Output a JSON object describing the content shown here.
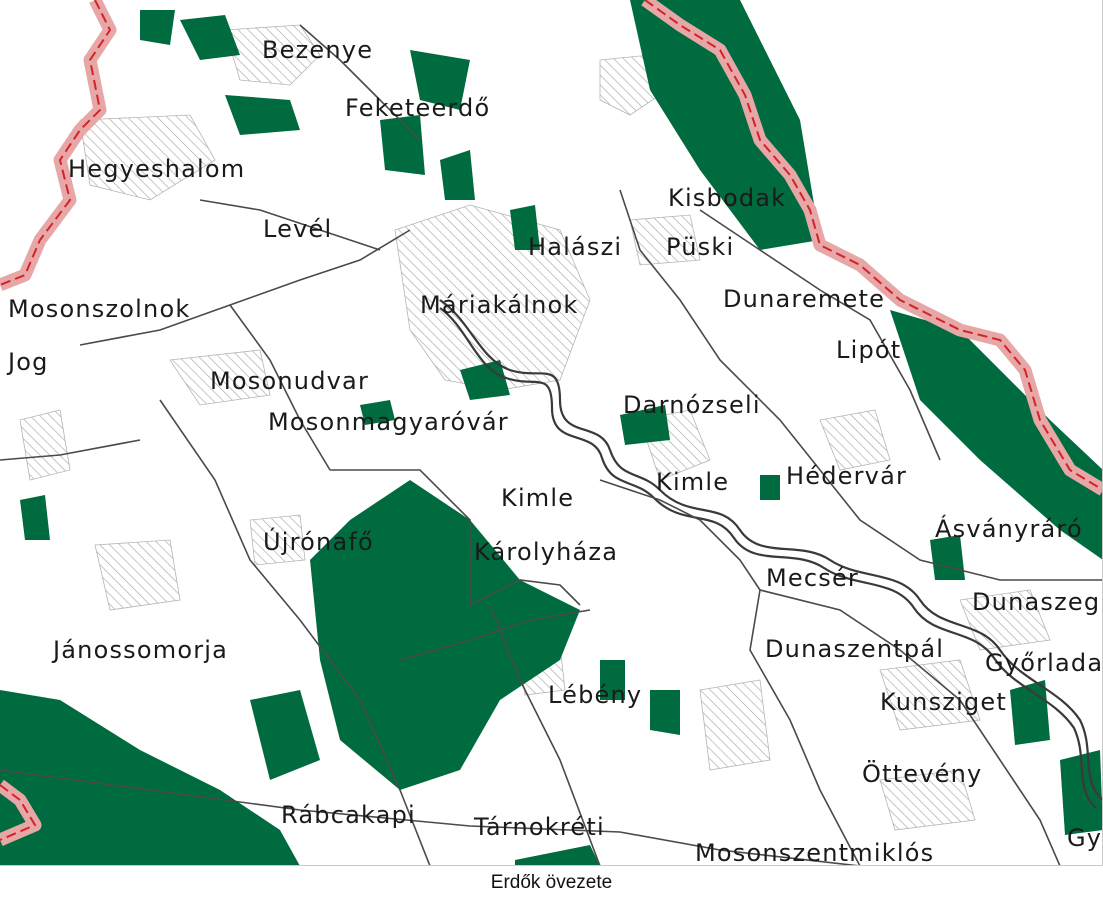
{
  "caption": "Erdők övezete",
  "colors": {
    "forest": "#006b3f",
    "border_halo": "#e8a7a7",
    "border_line": "#d2232a",
    "boundary": "#4a4a4a",
    "hatch": "#a8a8a8",
    "river": "#3a3a3a"
  },
  "places": [
    {
      "id": "bezenye",
      "name": "Bezenye"
    },
    {
      "id": "feketeerdo",
      "name": "Feketeerdő"
    },
    {
      "id": "hegyeshalom",
      "name": "Hegyeshalom"
    },
    {
      "id": "kisbodak",
      "name": "Kisbodak"
    },
    {
      "id": "level",
      "name": "Levél"
    },
    {
      "id": "halaszi",
      "name": "Halászi"
    },
    {
      "id": "puski",
      "name": "Püski"
    },
    {
      "id": "mosonszolnok",
      "name": "Mosonszolnok"
    },
    {
      "id": "mariakalnok",
      "name": "Máriakálnok"
    },
    {
      "id": "dunaremete",
      "name": "Dunaremete"
    },
    {
      "id": "jog",
      "name": "Jog"
    },
    {
      "id": "lipot",
      "name": "Lipót"
    },
    {
      "id": "mosonudvar",
      "name": "Mosonudvar"
    },
    {
      "id": "darnozseli",
      "name": "Darnózseli"
    },
    {
      "id": "mosonmagyarovar",
      "name": "Mosonmagyaróvár"
    },
    {
      "id": "kimle1",
      "name": "Kimle"
    },
    {
      "id": "hedervar",
      "name": "Hédervár"
    },
    {
      "id": "kimle2",
      "name": "Kimle"
    },
    {
      "id": "asvanyraro",
      "name": "Ásványráró"
    },
    {
      "id": "ujronafo",
      "name": "Újrónafő"
    },
    {
      "id": "karolyhaza",
      "name": "Károlyháza"
    },
    {
      "id": "mecser",
      "name": "Mecsér"
    },
    {
      "id": "dunaszeg",
      "name": "Dunaszeg"
    },
    {
      "id": "janossomorja",
      "name": "Jánossomorja"
    },
    {
      "id": "dunaszentpal",
      "name": "Dunaszentpál"
    },
    {
      "id": "gyorladamer",
      "name": "Győrladamér"
    },
    {
      "id": "lebeny",
      "name": "Lébény"
    },
    {
      "id": "kunsziget",
      "name": "Kunsziget"
    },
    {
      "id": "ottevenyy",
      "name": "Öttevény"
    },
    {
      "id": "rabcakapi",
      "name": "Rábcakapi"
    },
    {
      "id": "tarnokreti",
      "name": "Tárnokréti"
    },
    {
      "id": "mosonszentmiklos",
      "name": "Mosonszentmiklós"
    },
    {
      "id": "gyor",
      "name": "Győr"
    }
  ]
}
